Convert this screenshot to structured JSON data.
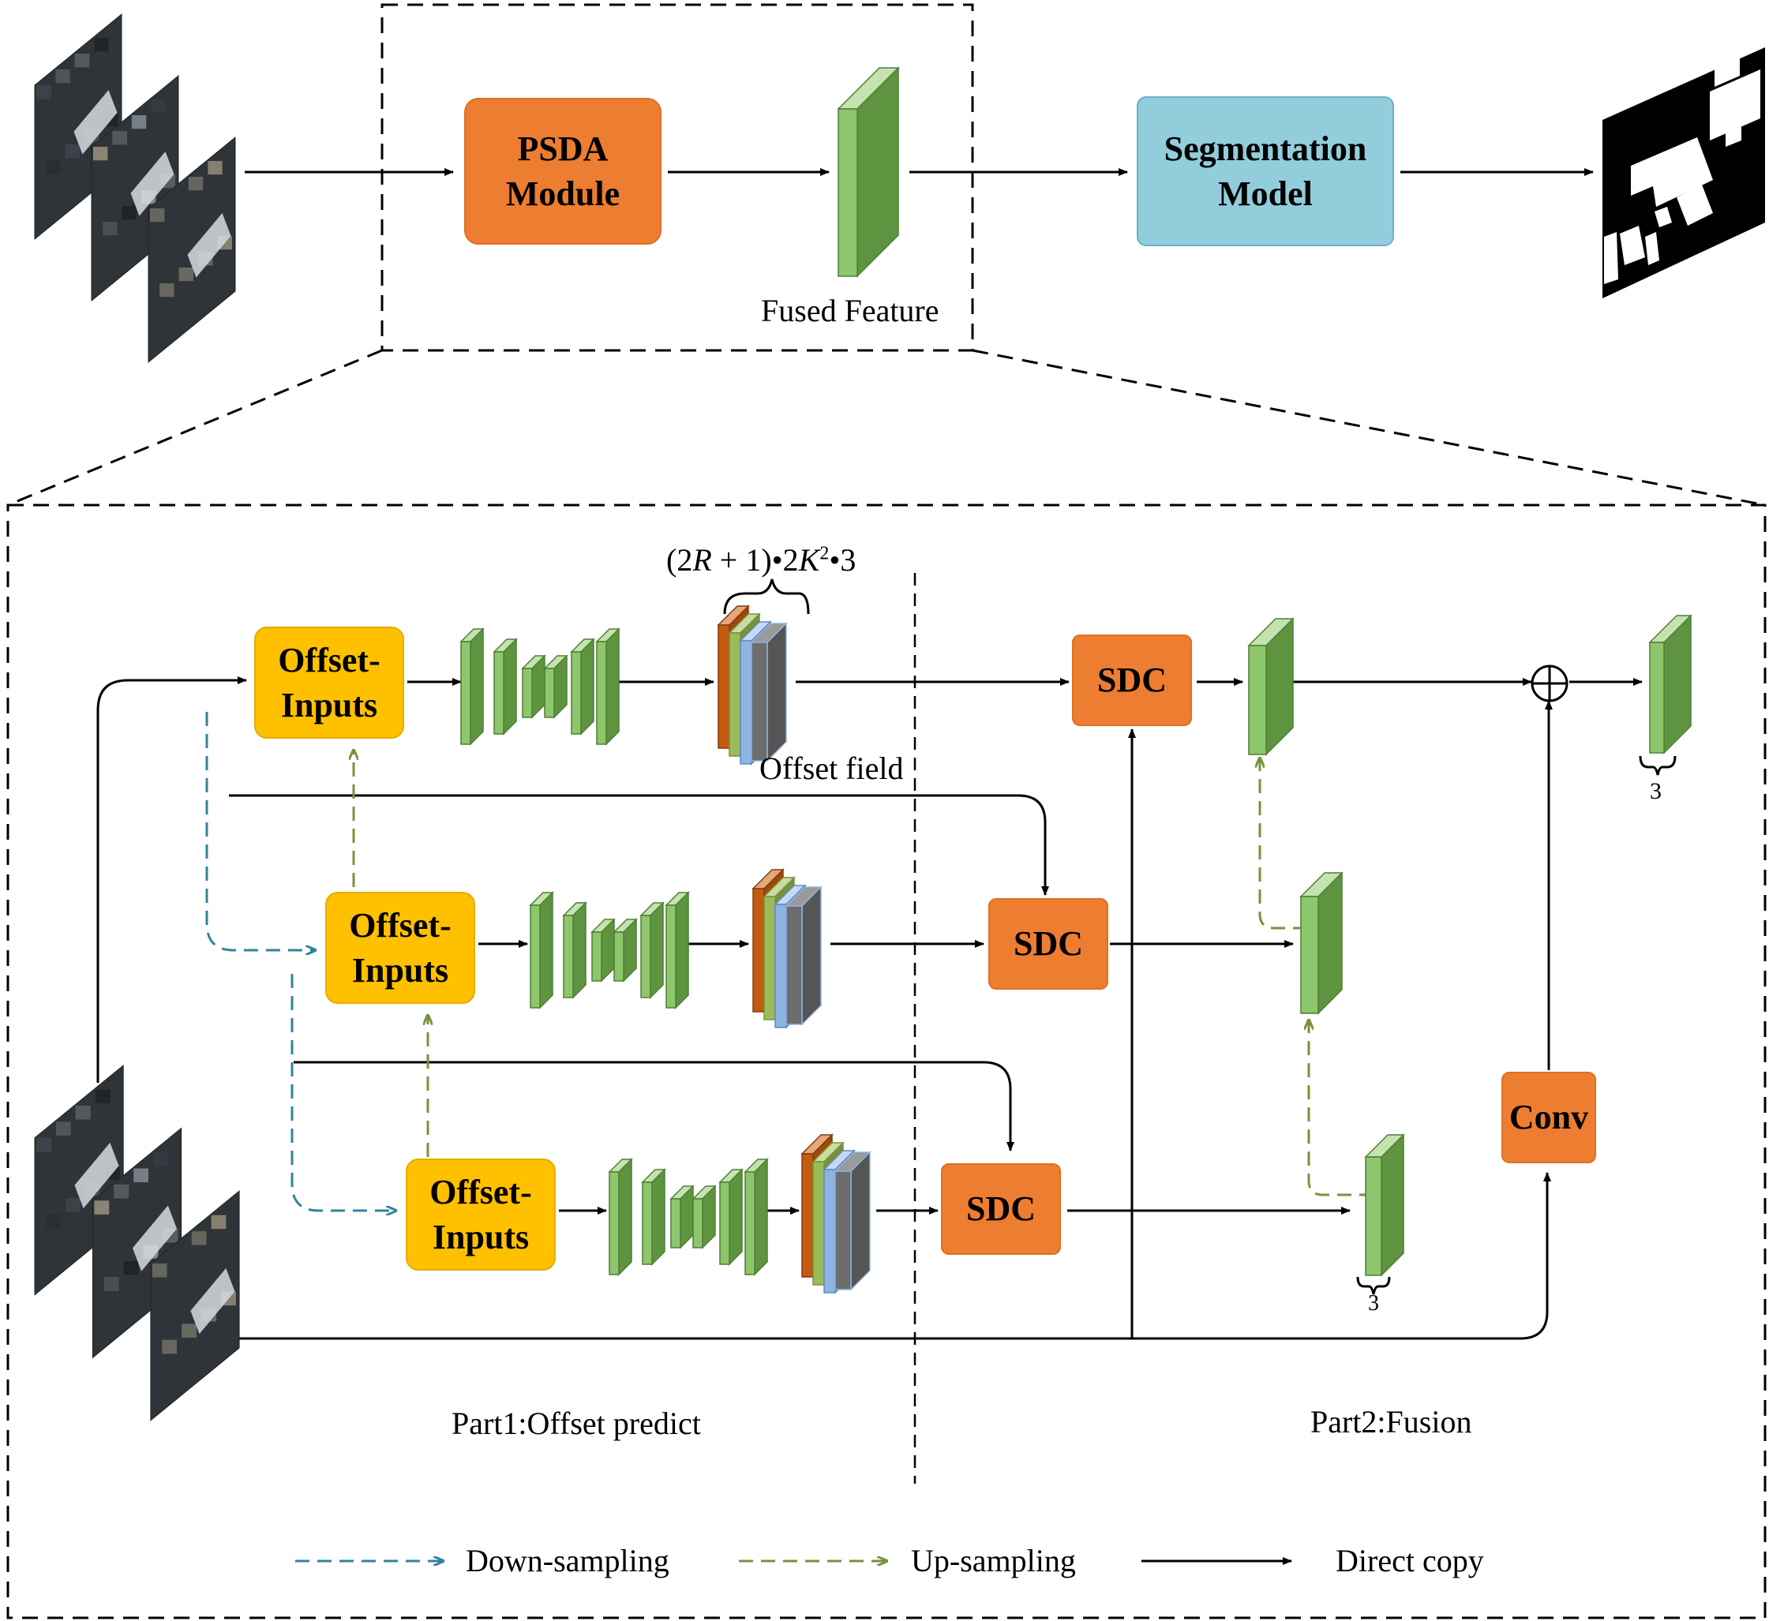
{
  "top": {
    "psda_module": "PSDA\nModule",
    "fused_feature": "Fused Feature",
    "segmentation_model": "Segmentation\nModel"
  },
  "detail": {
    "offset_inputs": "Offset-\nInputs",
    "offset_field": "Offset field",
    "formula": {
      "prefix": "(2",
      "r": "R",
      "middle": " + 1)•2",
      "k": "K",
      "exp": "2",
      "suffix": "•3"
    },
    "sdc": "SDC",
    "conv": "Conv",
    "channel_count_out": "3",
    "channel_count_low": "3",
    "part1": "Part1:Offset predict",
    "part2": "Part2:Fusion"
  },
  "legend": {
    "down": "Down-sampling",
    "up": "Up-sampling",
    "direct": "Direct copy"
  },
  "colors": {
    "orange": "#ED7D31",
    "yellow": "#FFC000",
    "blue_box": "#92CDDC",
    "green_feature": "#8DC66C",
    "down_arrow": "#31849B",
    "up_arrow": "#77933C"
  }
}
